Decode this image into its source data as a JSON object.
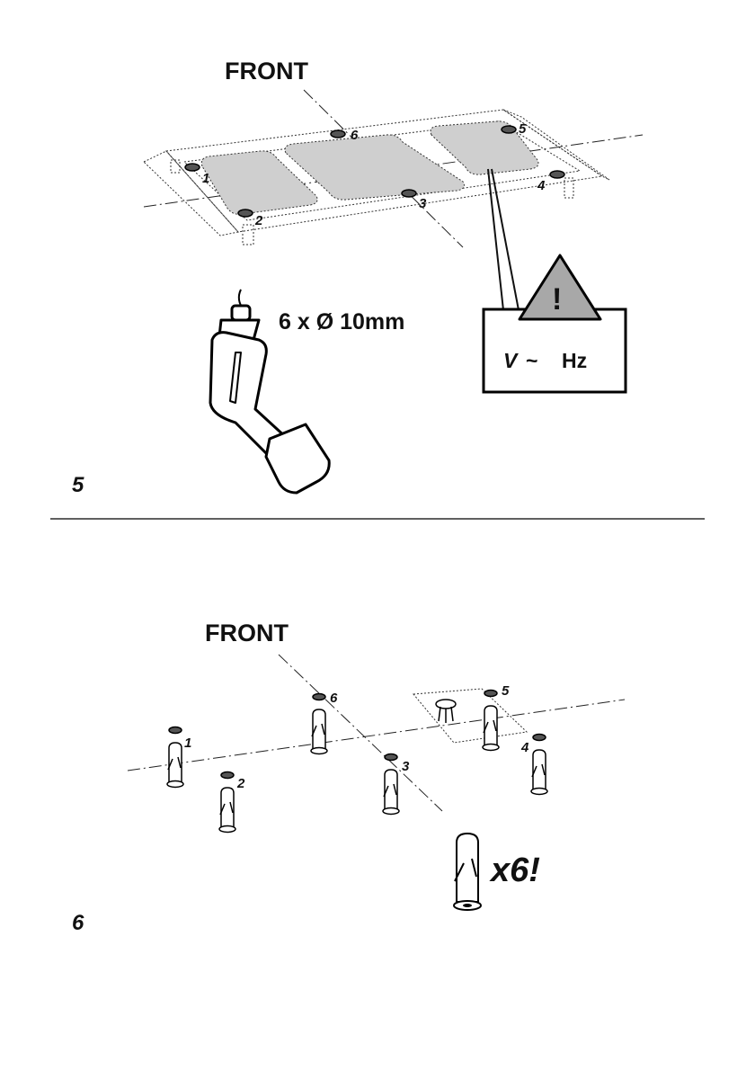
{
  "step5": {
    "number": "5",
    "front_label": "FRONT",
    "drill_spec": "6 x Ø 10mm",
    "warning": {
      "symbol": "!",
      "volt": "V",
      "tilde": "~",
      "freq": "Hz"
    },
    "holes": [
      "1",
      "2",
      "3",
      "4",
      "5",
      "6"
    ]
  },
  "step6": {
    "number": "6",
    "front_label": "FRONT",
    "plugs": [
      "1",
      "2",
      "3",
      "4",
      "5",
      "6"
    ],
    "count": "x6!"
  }
}
